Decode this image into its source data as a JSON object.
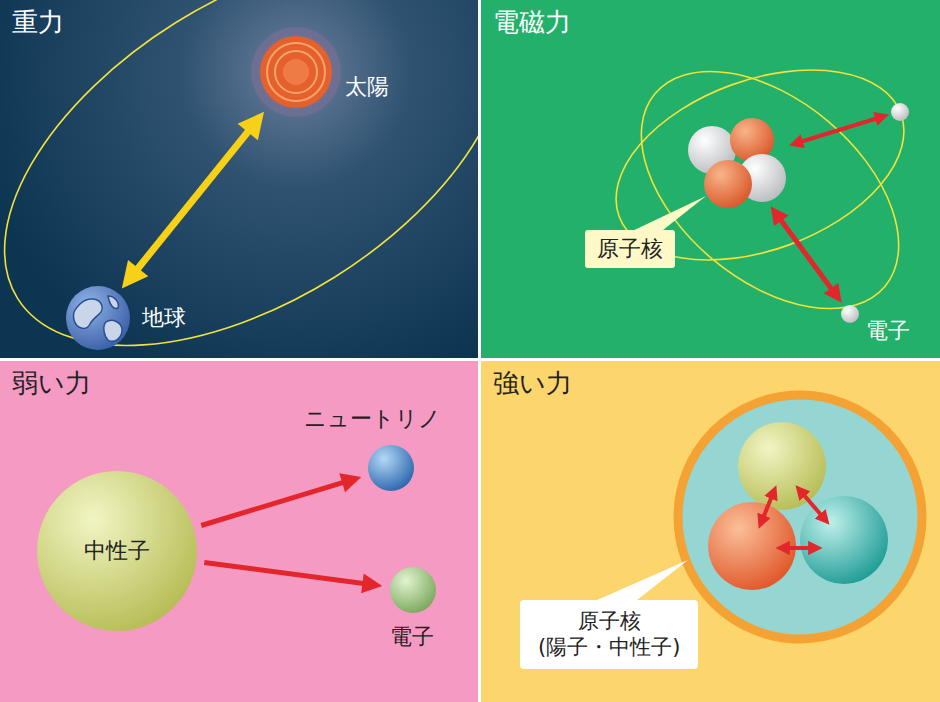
{
  "diagram": {
    "nodes": [
      {
        "text": [
          "重力"
        ]
      },
      {
        "text": [
          "太陽"
        ],
        "in": 0
      },
      {
        "text": [
          "地球"
        ],
        "in": 0
      },
      {
        "text": [
          "電磁力"
        ]
      },
      {
        "text": [
          "原子核"
        ],
        "in": 3
      },
      {
        "text": [
          "電子"
        ],
        "in": 3
      },
      {
        "text": [
          "弱い力"
        ]
      },
      {
        "text": [
          "中性子"
        ],
        "in": 6
      },
      {
        "text": [
          "ニュートリノ"
        ],
        "in": 6
      },
      {
        "text": [
          "電子"
        ],
        "in": 6
      },
      {
        "text": [
          "強い力"
        ]
      },
      {
        "text": [
          "原子核",
          "(陽子・中性子)"
        ],
        "in": 10
      }
    ],
    "edges": [
      {
        "from": 1,
        "to": 2,
        "arrow": "both"
      },
      {
        "from": 4,
        "to": 5,
        "arrow": "both"
      },
      {
        "from": 7,
        "to": 8,
        "arrow": "to"
      },
      {
        "from": 7,
        "to": 9,
        "arrow": "to"
      }
    ]
  }
}
